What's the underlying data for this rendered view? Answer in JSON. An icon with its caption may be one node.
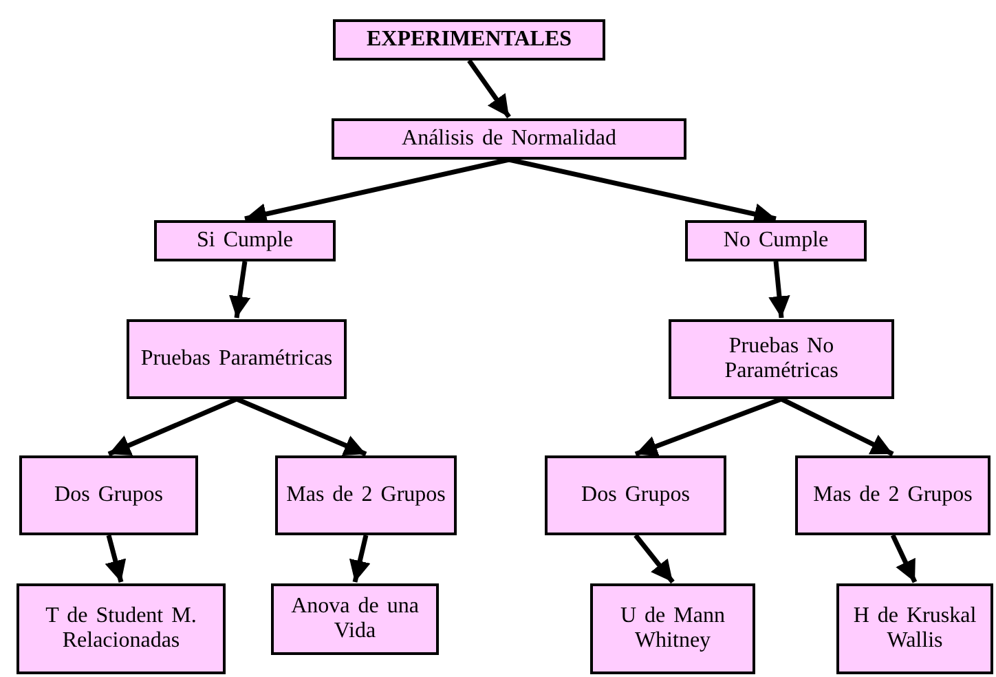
{
  "diagram": {
    "nodes": [
      {
        "text": [
          "EXPERIMENTALES"
        ]
      },
      {
        "text": [
          "Análisis de Normalidad"
        ]
      },
      {
        "text": [
          "Si Cumple"
        ]
      },
      {
        "text": [
          "No Cumple"
        ]
      },
      {
        "text": [
          "Pruebas Paramétricas"
        ]
      },
      {
        "text": [
          "Pruebas No Paramétricas"
        ]
      },
      {
        "text": [
          "Dos Grupos"
        ]
      },
      {
        "text": [
          "Mas de 2 Grupos"
        ]
      },
      {
        "text": [
          "Dos Grupos"
        ]
      },
      {
        "text": [
          "Mas de 2 Grupos"
        ]
      },
      {
        "text": [
          "T de Student M. Relacionadas"
        ]
      },
      {
        "text": [
          "Anova de una Vida"
        ]
      },
      {
        "text": [
          "U de Mann Whitney"
        ]
      },
      {
        "text": [
          "H de Kruskal Wallis"
        ]
      }
    ],
    "edges": [
      {
        "from": 0,
        "to": 1,
        "arrow": "to"
      },
      {
        "from": 1,
        "to": 2,
        "arrow": "to"
      },
      {
        "from": 1,
        "to": 3,
        "arrow": "to"
      },
      {
        "from": 2,
        "to": 4,
        "arrow": "to"
      },
      {
        "from": 3,
        "to": 5,
        "arrow": "to"
      },
      {
        "from": 4,
        "to": 6,
        "arrow": "to"
      },
      {
        "from": 4,
        "to": 7,
        "arrow": "to"
      },
      {
        "from": 5,
        "to": 8,
        "arrow": "to"
      },
      {
        "from": 5,
        "to": 9,
        "arrow": "to"
      },
      {
        "from": 6,
        "to": 10,
        "arrow": "to"
      },
      {
        "from": 7,
        "to": 11,
        "arrow": "to"
      },
      {
        "from": 8,
        "to": 12,
        "arrow": "to"
      },
      {
        "from": 9,
        "to": 13,
        "arrow": "to"
      }
    ]
  }
}
